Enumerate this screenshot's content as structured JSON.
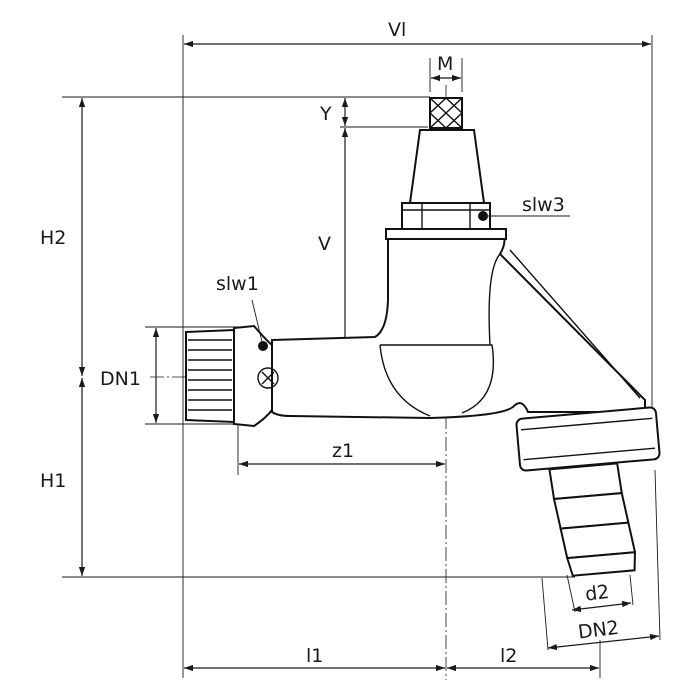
{
  "labels": {
    "vl": "Vl",
    "m": "M",
    "y": "Y",
    "v": "V",
    "h2": "H2",
    "h1": "H1",
    "dn1": "DN1",
    "slw1": "slw1",
    "slw3": "slw3",
    "z1": "z1",
    "d2": "d2",
    "dn2": "DN2",
    "l1": "l1",
    "l2": "l2"
  }
}
